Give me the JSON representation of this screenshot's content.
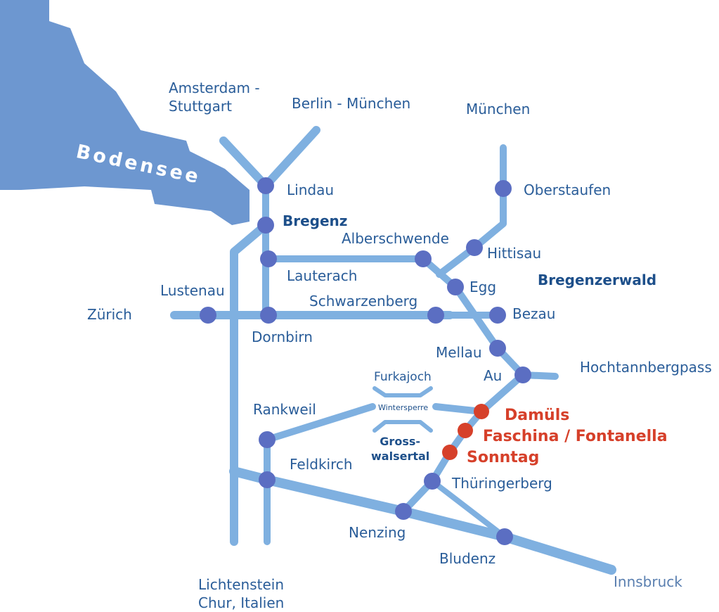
{
  "lake": {
    "name": "Bodensee",
    "color": "#6d97d0"
  },
  "colors": {
    "route": "#7fb0e0",
    "station": "#5b6ec2",
    "highlight": "#d6402a",
    "text": "#2a5d99"
  },
  "labels": {
    "amsterdam": "Amsterdam - Stuttgart",
    "berlin": "Berlin - München",
    "muenchen": "München",
    "lindau": "Lindau",
    "bregenz": "Bregenz",
    "oberstaufen": "Oberstaufen",
    "alberschwende": "Alberschwende",
    "hittisau": "Hittisau",
    "lauterach": "Lauterach",
    "egg": "Egg",
    "bregenzerwald": "Bregenzerwald",
    "lustenau": "Lustenau",
    "zuerich": "Zürich",
    "schwarzenberg": "Schwarzenberg",
    "bezau": "Bezau",
    "dornbirn": "Dornbirn",
    "mellau": "Mellau",
    "au": "Au",
    "hochtannbergpass": "Hochtannbergpass",
    "furkajoch": "Furkajoch",
    "wintersperre": "Wintersperre",
    "rankweil": "Rankweil",
    "damuels": "Damüls",
    "faschina": "Faschina / Fontanella",
    "sonntag": "Sonntag",
    "grosswalsertal": "Gross- walsertal",
    "feldkirch": "Feldkirch",
    "thueringerberg": "Thüringerberg",
    "nenzing": "Nenzing",
    "bludenz": "Bludenz",
    "innsbruck": "Innsbruck",
    "lichtenstein": "Lichtenstein Chur, Italien"
  }
}
